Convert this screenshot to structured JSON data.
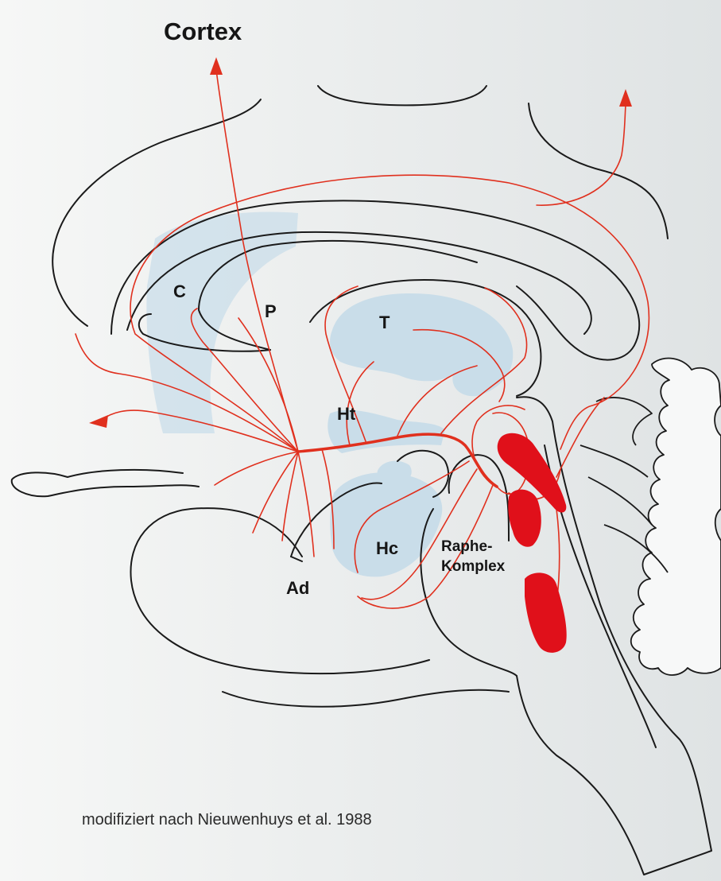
{
  "title": "Cortex",
  "labels": {
    "c": "C",
    "p": "P",
    "t": "T",
    "ht": "Ht",
    "hc": "Hc",
    "ad": "Ad",
    "raphe_line1": "Raphe-",
    "raphe_line2": "Komplex"
  },
  "caption": "modifiziert nach Nieuwenhuys et al. 1988",
  "colors": {
    "pathway": "#e0301e",
    "nuclei": "#e0101a",
    "outline": "#1a1a1a",
    "target_regions": "#c5dbe8",
    "background": "#f4f5f4"
  }
}
